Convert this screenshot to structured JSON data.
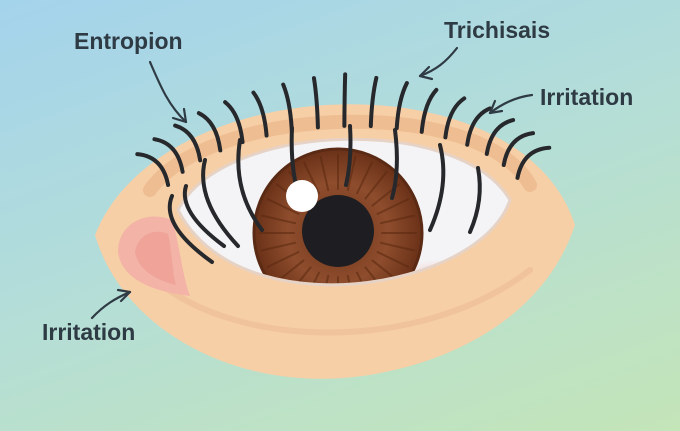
{
  "labels": {
    "entropion": "Entropion",
    "trichiasis": "Trichisais",
    "irritation_right": "Irritation",
    "irritation_left": "Irritation"
  },
  "colors": {
    "eyelid": "#f6cfa6",
    "eyelid_shadow": "#efb98e",
    "sclera": "#f4f4f6",
    "iris": "#8b4a2b",
    "pupil": "#1d1d22",
    "lashes": "#26282c",
    "irritation": "#f2a9a9",
    "label_text": "#2f3b44"
  }
}
